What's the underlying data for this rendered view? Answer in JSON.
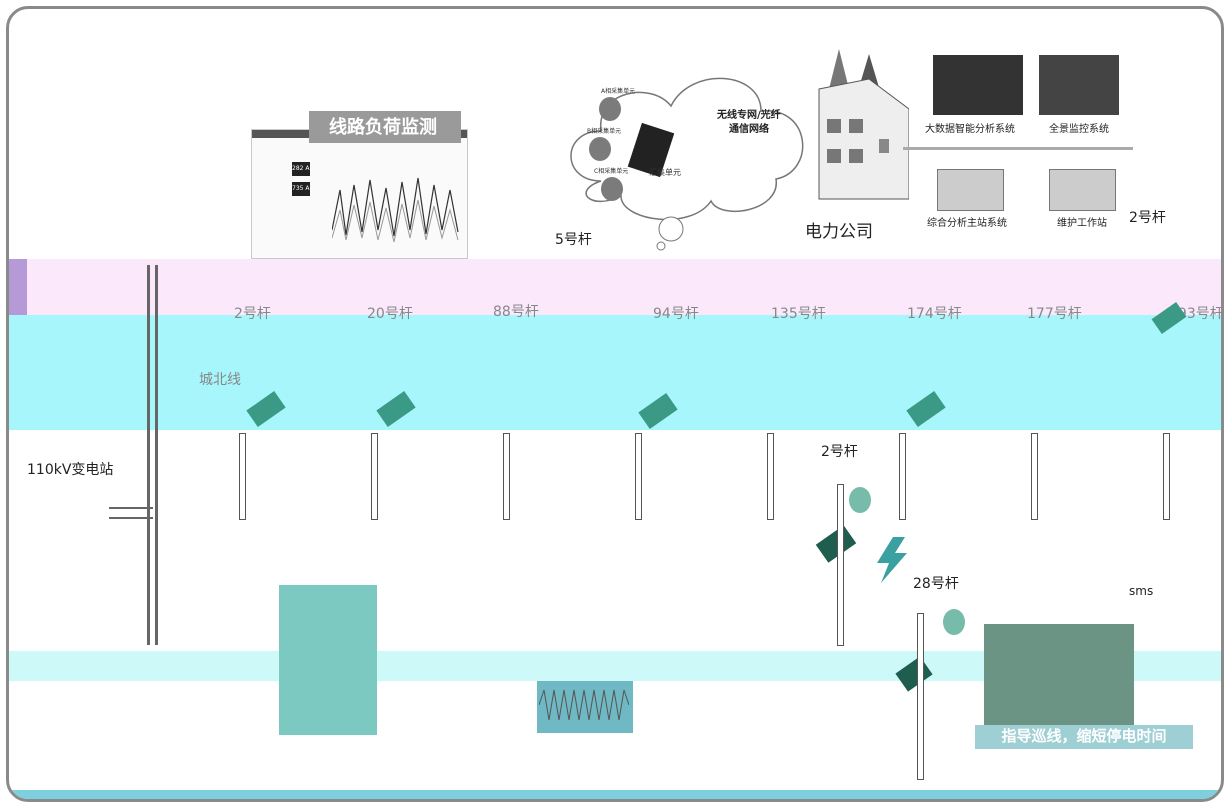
{
  "monitor_panel": {
    "title": "线路负荷监测",
    "readout_1": "282 A",
    "readout_2": "735 A"
  },
  "communication": {
    "collectors": [
      "A相采集单元",
      "B相采集单元",
      "C相采集单元"
    ],
    "aggregator": "汇集单元",
    "network": [
      "无线专网/光纤",
      "通信网络"
    ]
  },
  "power_company": {
    "label": "电力公司",
    "systems": [
      "大数据智能分析系统",
      "全景监控系统",
      "综合分析主站系统",
      "维护工作站"
    ]
  },
  "poles_top": [
    "5号杆",
    "2号杆"
  ],
  "line_poles": [
    "2号杆",
    "20号杆",
    "88号杆",
    "94号杆",
    "135号杆",
    "174号杆",
    "177号杆",
    "193号杆"
  ],
  "line_name": "城北线",
  "substation": "110kV变电站",
  "branch_poles": [
    "2号杆",
    "28号杆"
  ],
  "sms": "sms",
  "bottom_banner": "指导巡线，缩短停电时间",
  "colors": {
    "pink_band": "#fbe8fb",
    "cyan_band": "#a6f6fb",
    "teal_device": "#3b9a86",
    "frame_border": "#8a8a8a"
  }
}
